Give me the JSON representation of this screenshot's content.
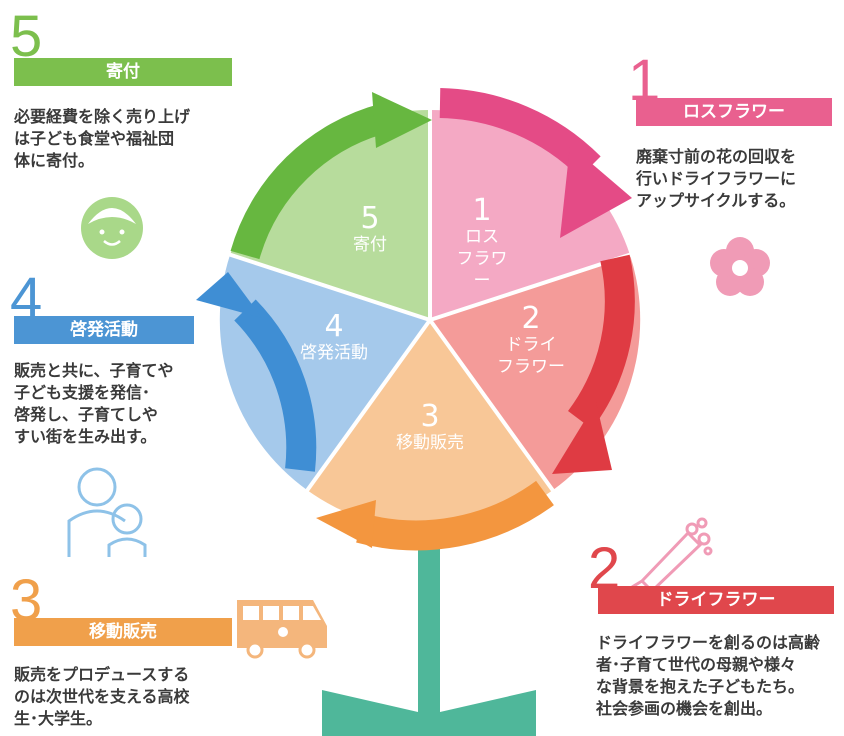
{
  "sections": [
    {
      "num": "1",
      "title": "ロスフラワー",
      "desc": "廃棄寸前の花の回収を\n行いドライフラワーに\nアップサイクルする。",
      "color": "#e9608f"
    },
    {
      "num": "2",
      "title": "ドライフラワー",
      "desc": "ドライフラワーを創るのは高齢\n者･子育て世代の母親や様々\nな背景を抱えた子どもたち。\n社会参画の機会を創出。",
      "color": "#e0474c"
    },
    {
      "num": "3",
      "title": "移動販売",
      "desc": "販売をプロデュースする\nのは次世代を支える高校\n生･大学生。",
      "color": "#f0a04b"
    },
    {
      "num": "4",
      "title": "啓発活動",
      "desc": "販売と共に、子育てや\n子ども支援を発信･\n啓発し、子育てしや\nすい街を生み出す。",
      "color": "#4c95d4"
    },
    {
      "num": "5",
      "title": "寄付",
      "desc": "必要経費を除く売り上げ\nは子ども食堂や福祉団\n体に寄付。",
      "color": "#7cbf4d"
    }
  ],
  "wheel": [
    {
      "num": "1",
      "line1": "ロス",
      "line2": "フラワー"
    },
    {
      "num": "2",
      "line1": "ドライ",
      "line2": "フラワー"
    },
    {
      "num": "3",
      "line1": "移動販売",
      "line2": ""
    },
    {
      "num": "4",
      "line1": "啓発活動",
      "line2": ""
    },
    {
      "num": "5",
      "line1": "寄付",
      "line2": ""
    }
  ]
}
